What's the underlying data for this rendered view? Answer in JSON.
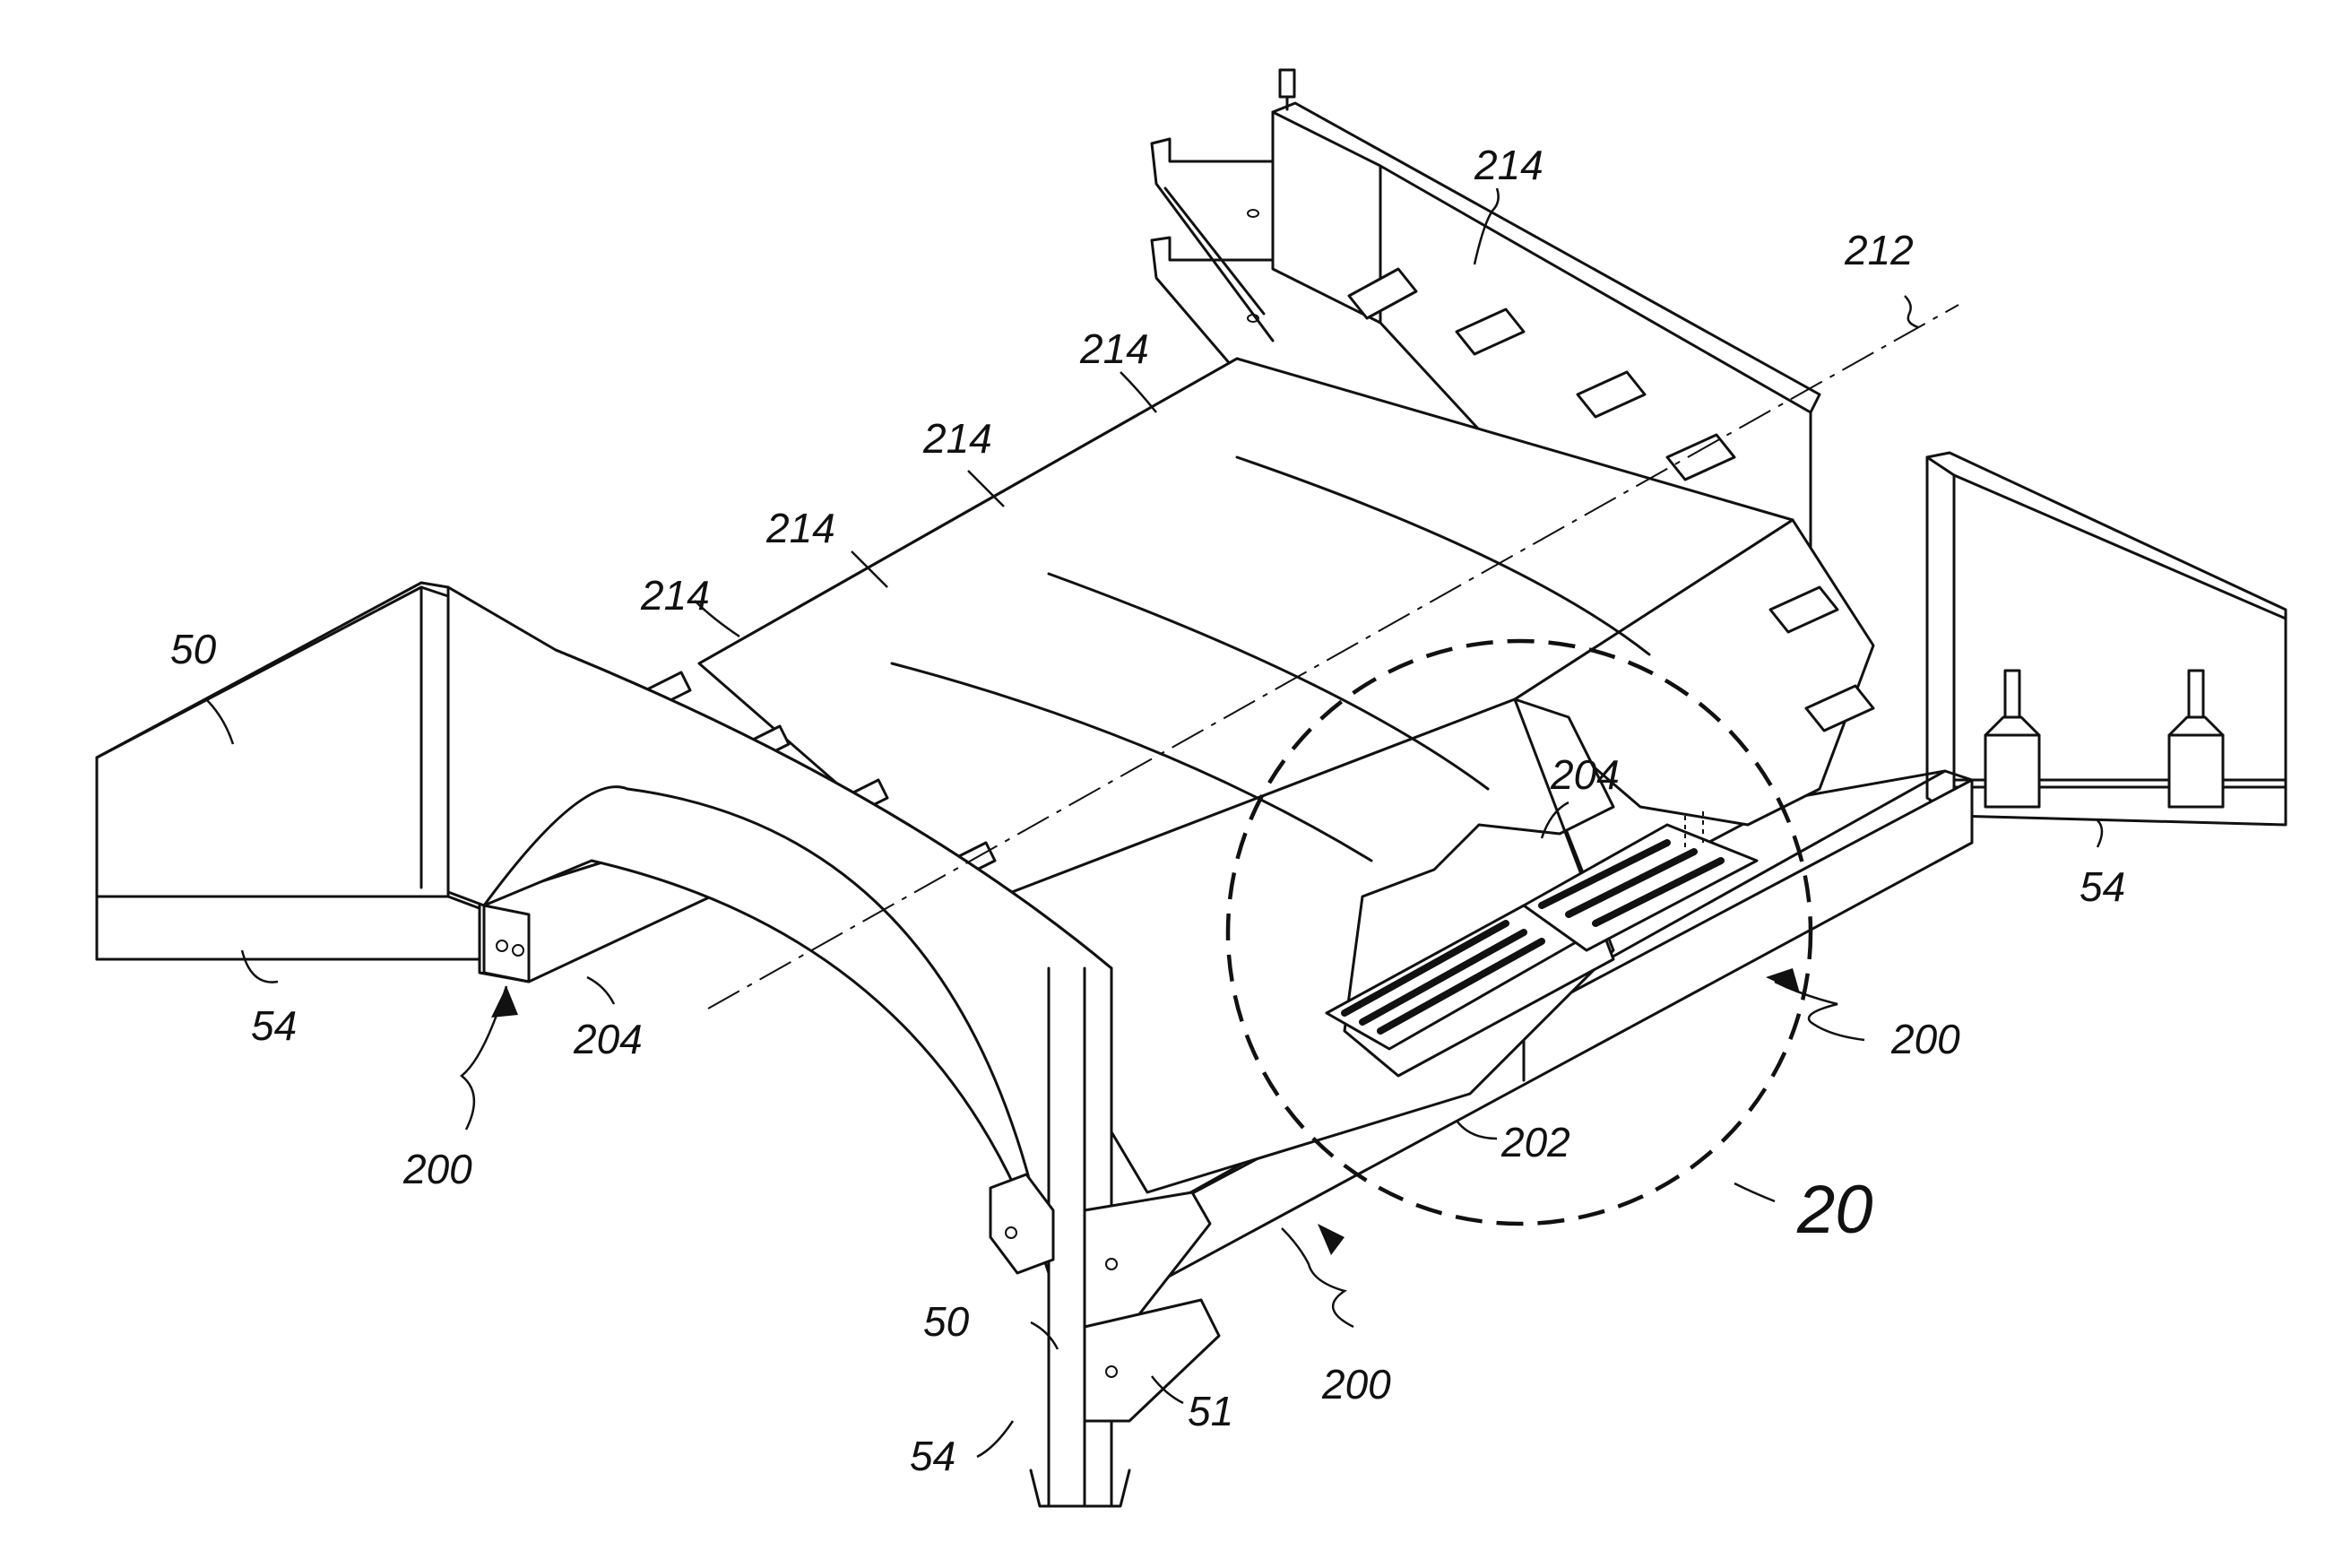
{
  "figure": {
    "labels": {
      "axis_212": "212",
      "segment_214_a": "214",
      "segment_214_b": "214",
      "segment_214_c": "214",
      "segment_214_d": "214",
      "segment_214_e": "214",
      "cutaway_204_right": "204",
      "end_plate_50_left": "50",
      "base_rail_54_left": "54",
      "base_rail_204_left": "204",
      "arrow_200_left": "200",
      "arrow_200_right": "200",
      "arrow_200_front": "200",
      "base_rail_54_right": "54",
      "base_rail_202": "202",
      "detail_ref_20": "20",
      "plate_50_front": "50",
      "plate_51_front": "51",
      "rail_54_front": "54"
    }
  }
}
